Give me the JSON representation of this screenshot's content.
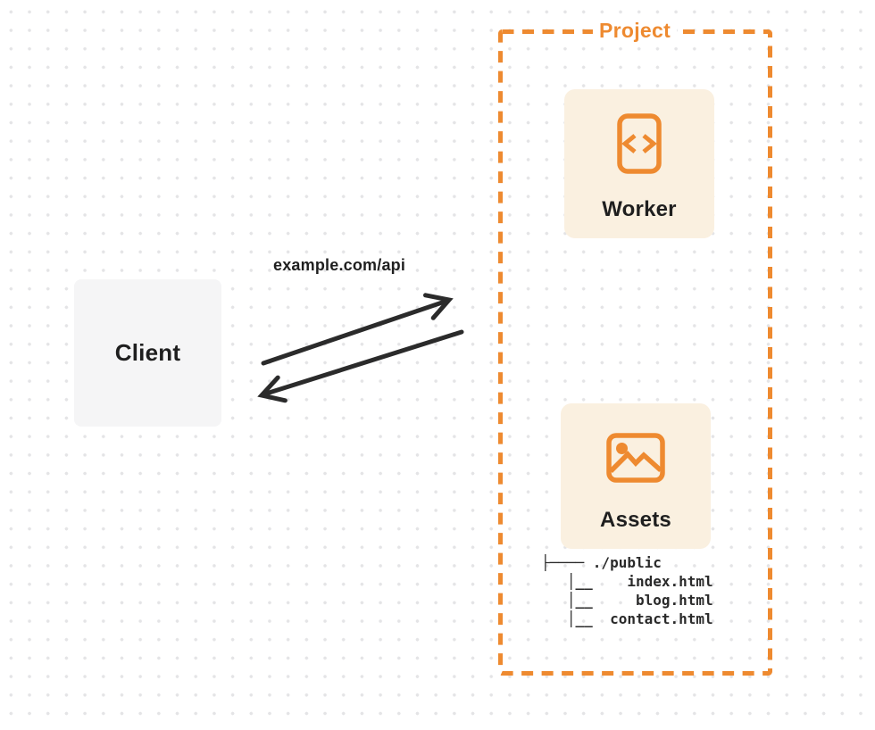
{
  "colors": {
    "accent": "#EE8A30",
    "node_bg": "#FAF0E0",
    "client_bg": "#F5F5F6",
    "text_color": "#1F1F1F",
    "arrow_color": "#2B2B2B",
    "dot_color": "#E4E4E6"
  },
  "client": {
    "label": "Client"
  },
  "request": {
    "url_label": "example.com/api"
  },
  "project": {
    "label": "Project",
    "worker": {
      "label": "Worker",
      "icon": "code-file-icon"
    },
    "assets": {
      "label": "Assets",
      "icon": "image-icon",
      "file_tree": [
        "├──── ./public",
        "   │__    index.html",
        "   │__     blog.html",
        "   │__  contact.html"
      ]
    }
  }
}
